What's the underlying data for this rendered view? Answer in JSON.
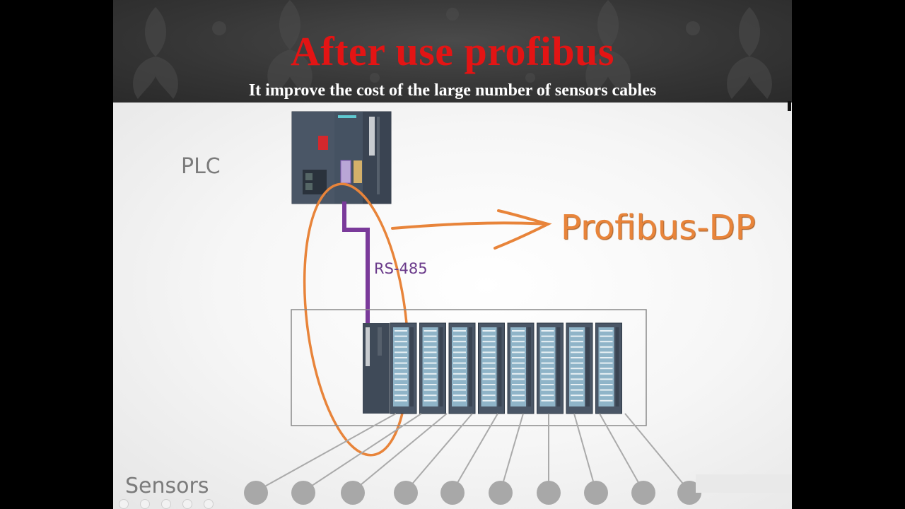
{
  "slide": {
    "title": "After use profibus",
    "subtitle": "It improve the cost of the large number of  sensors cables"
  },
  "diagram": {
    "plc_label": "PLC",
    "sensors_label": "Sensors",
    "cable_label": "RS-485",
    "protocol_label": "Profibus-DP",
    "io_module_count": 8,
    "sensor_count": 10
  },
  "colors": {
    "title": "#e31414",
    "subtitle": "#ffffff",
    "accent_orange": "#e8843a",
    "cable_purple": "#7a3a9a",
    "sensor_grey": "#a8a8a8"
  },
  "icons": [
    "pointer-icon",
    "pen-icon",
    "slides-icon",
    "zoom-icon",
    "more-icon"
  ]
}
